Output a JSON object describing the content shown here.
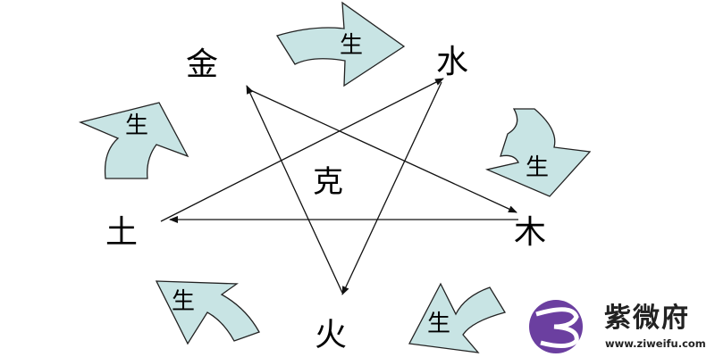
{
  "elements": {
    "metal": "金",
    "water": "水",
    "wood": "木",
    "fire": "火",
    "earth": "土"
  },
  "generate_label": "生",
  "overcome_label": "克",
  "colors": {
    "arrow_fill": "#c8e4e4",
    "arrow_stroke": "#222222",
    "line": "#111111",
    "logo_purple": "#6b3fa0"
  },
  "watermark": {
    "title": "紫微府",
    "url": "www.ziweifu.com"
  }
}
